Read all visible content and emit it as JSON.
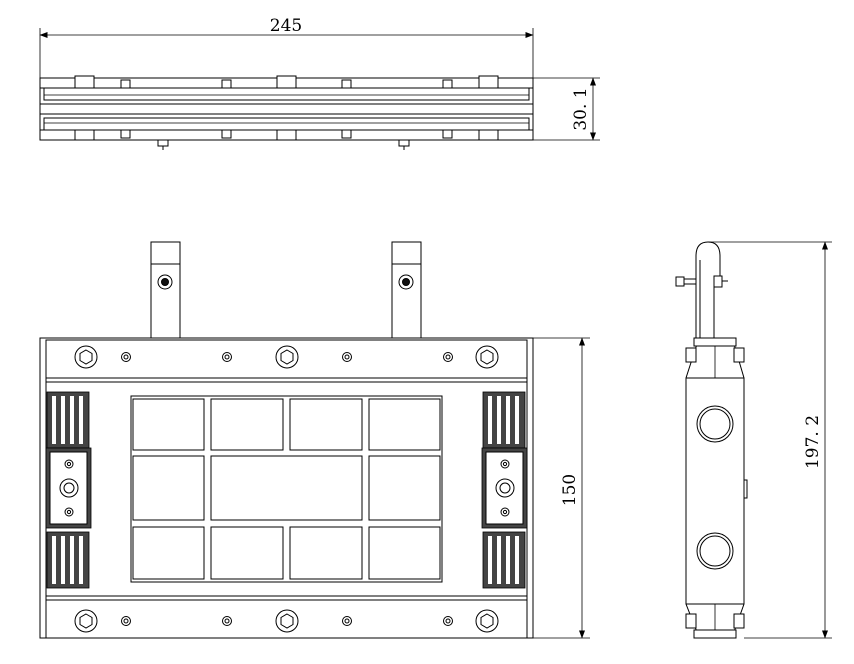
{
  "drawing": {
    "views": [
      "top-view",
      "front-view",
      "side-view"
    ],
    "dimensions": {
      "width": "245",
      "thickness": "30. 1",
      "height": "150",
      "total_height": "197. 2"
    }
  }
}
